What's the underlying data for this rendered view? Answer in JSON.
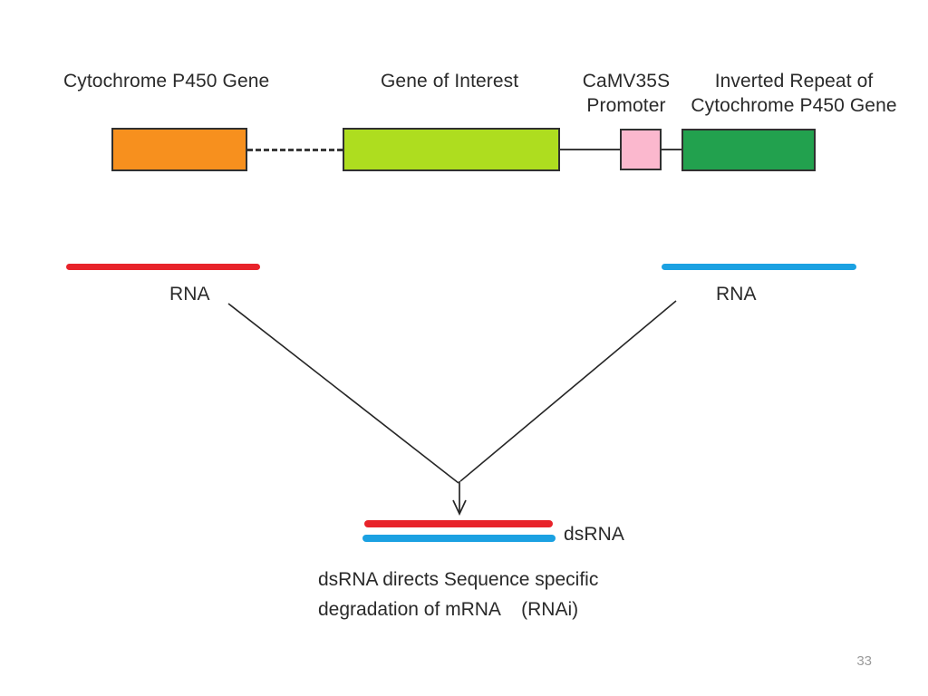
{
  "slide": {
    "page_number": "33",
    "background": "#ffffff",
    "text_color": "#2a2a2a"
  },
  "construct": {
    "title_row": [
      {
        "label": "Cytochrome P450 Gene"
      },
      {
        "label": "Gene of Interest"
      },
      {
        "label": "CaMV35S\nPromoter"
      },
      {
        "label": "Inverted Repeat of\nCytochrome P450 Gene"
      }
    ],
    "elements": [
      {
        "name": "cytochrome-p450-gene",
        "label": "Cytochrome P450 Gene",
        "color": "#F7901E"
      },
      {
        "name": "gene-of-interest",
        "label": "Gene of Interest",
        "color": "#AEDD1F"
      },
      {
        "name": "camv35s-promoter",
        "label": "CaMV35S Promoter",
        "color": "#FBB8CE"
      },
      {
        "name": "inverted-repeat",
        "label": "Inverted Repeat of Cytochrome P450 Gene",
        "color": "#22A14E"
      }
    ],
    "connectors": [
      {
        "name": "dashed-connector",
        "style": "dashed"
      },
      {
        "name": "solid-connector-1",
        "style": "solid"
      },
      {
        "name": "solid-connector-2",
        "style": "solid"
      }
    ]
  },
  "transcripts": {
    "left": {
      "label": "RNA",
      "color": "#E8232A"
    },
    "right": {
      "label": "RNA",
      "color": "#1BA1E2"
    }
  },
  "duplex": {
    "label": "dsRNA",
    "top_strand_color": "#E8232A",
    "bottom_strand_color": "#1BA1E2"
  },
  "caption": {
    "line1": "dsRNA directs Sequence specific",
    "line2": "degradation of mRNA    (RNAi)"
  }
}
